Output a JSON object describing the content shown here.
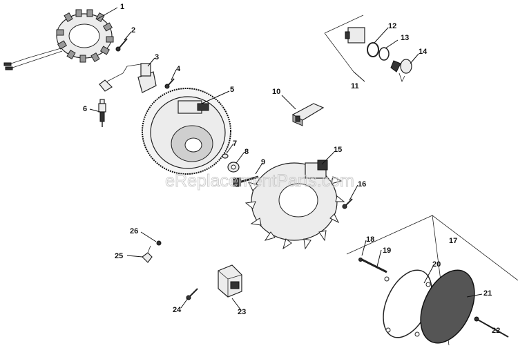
{
  "watermark": "eReplacementParts.com",
  "callouts": [
    {
      "id": "1"
    },
    {
      "id": "2"
    },
    {
      "id": "3"
    },
    {
      "id": "4"
    },
    {
      "id": "5"
    },
    {
      "id": "6"
    },
    {
      "id": "7"
    },
    {
      "id": "8"
    },
    {
      "id": "9"
    },
    {
      "id": "10"
    },
    {
      "id": "11"
    },
    {
      "id": "12"
    },
    {
      "id": "13"
    },
    {
      "id": "14"
    },
    {
      "id": "15"
    },
    {
      "id": "16"
    },
    {
      "id": "17"
    },
    {
      "id": "18"
    },
    {
      "id": "19"
    },
    {
      "id": "20"
    },
    {
      "id": "21"
    },
    {
      "id": "22"
    },
    {
      "id": "23"
    },
    {
      "id": "24"
    },
    {
      "id": "25"
    },
    {
      "id": "26"
    }
  ]
}
